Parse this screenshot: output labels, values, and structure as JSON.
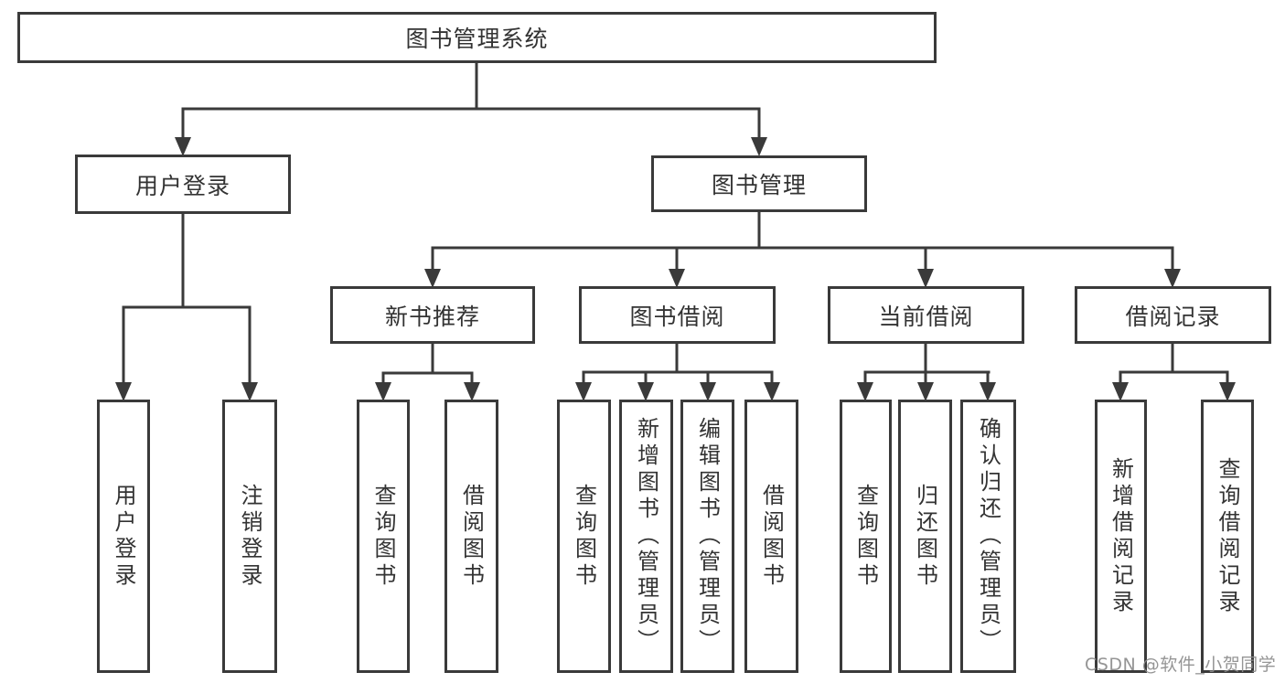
{
  "tree": {
    "root": {
      "label": "图书管理系统"
    },
    "branches": [
      {
        "label": "用户登录",
        "leaves": [
          {
            "label": "用户登录"
          },
          {
            "label": "注销登录"
          }
        ]
      },
      {
        "label": "图书管理",
        "groups": [
          {
            "label": "新书推荐",
            "leaves": [
              {
                "label": "查询图书"
              },
              {
                "label": "借阅图书"
              }
            ]
          },
          {
            "label": "图书借阅",
            "leaves": [
              {
                "label": "查询图书"
              },
              {
                "label": "新增图书（管理员）"
              },
              {
                "label": "编辑图书（管理员）"
              },
              {
                "label": "借阅图书"
              }
            ]
          },
          {
            "label": "当前借阅",
            "leaves": [
              {
                "label": "查询图书"
              },
              {
                "label": "归还图书"
              },
              {
                "label": "确认归还（管理员）"
              }
            ]
          },
          {
            "label": "借阅记录",
            "leaves": [
              {
                "label": "新增借阅记录"
              },
              {
                "label": "查询借阅记录"
              }
            ]
          }
        ]
      }
    ]
  },
  "watermark": {
    "text": "CSDN @软件_小贺同学"
  },
  "colors": {
    "line": "#3a3a3a",
    "box_border": "#3a3a3a",
    "text": "#333333",
    "background": "#ffffff",
    "watermark": "#8c8c8c"
  }
}
